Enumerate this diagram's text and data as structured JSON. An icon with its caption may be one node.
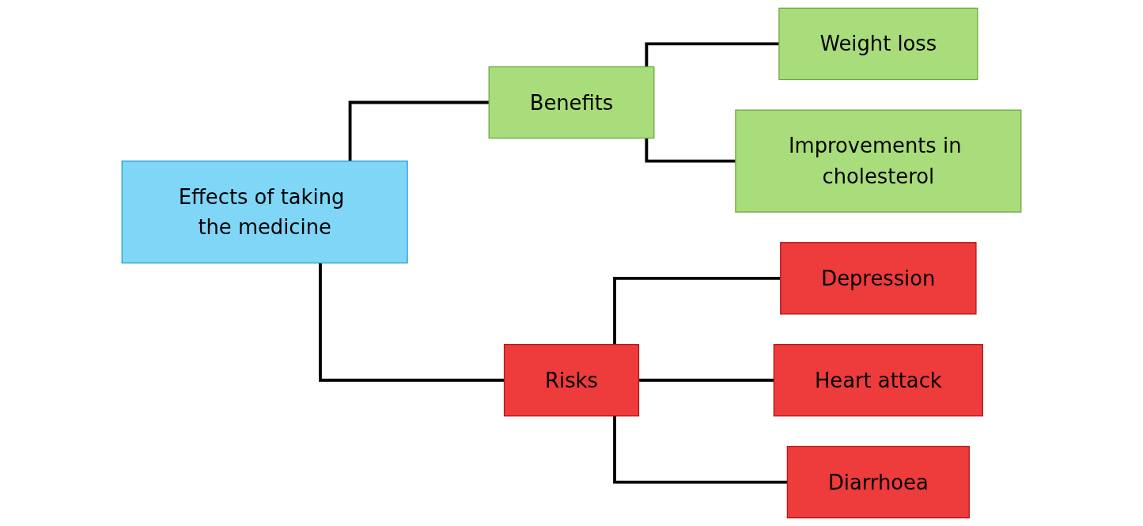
{
  "diagram": {
    "nodes": [
      {
        "text": [
          "Effects of taking the medicine"
        ]
      },
      {
        "text": [
          "Benefits"
        ]
      },
      {
        "text": [
          "Risks"
        ]
      },
      {
        "text": [
          "Weight loss"
        ]
      },
      {
        "text": [
          "Improvements in cholesterol"
        ]
      },
      {
        "text": [
          "Depression"
        ]
      },
      {
        "text": [
          "Heart attack"
        ]
      },
      {
        "text": [
          "Diarrhoea"
        ]
      }
    ],
    "edges": [
      {
        "from": 0,
        "to": 1,
        "arrow": "none"
      },
      {
        "from": 0,
        "to": 2,
        "arrow": "none"
      },
      {
        "from": 1,
        "to": 3,
        "arrow": "none"
      },
      {
        "from": 1,
        "to": 4,
        "arrow": "none"
      },
      {
        "from": 2,
        "to": 5,
        "arrow": "none"
      },
      {
        "from": 2,
        "to": 6,
        "arrow": "none"
      },
      {
        "from": 2,
        "to": 7,
        "arrow": "none"
      }
    ]
  }
}
